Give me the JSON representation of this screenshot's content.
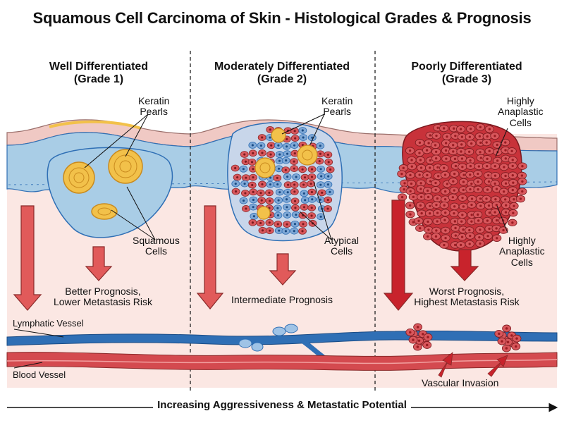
{
  "title": "Squamous Cell Carcinoma of Skin - Histological Grades & Prognosis",
  "grades": [
    {
      "name": "Well Differentiated",
      "grade": "(Grade 1)",
      "labels": [
        "Keratin",
        "Pearls",
        "Squamous",
        "Cells"
      ],
      "prognosis": [
        "Better Prognosis,",
        "Lower Metastasis Risk"
      ]
    },
    {
      "name": "Moderately Differentiated",
      "grade": "(Grade 2)",
      "labels": [
        "Keratin",
        "Pearls",
        "Atypical",
        "Cells"
      ],
      "prognosis": [
        "Intermediate Prognosis"
      ]
    },
    {
      "name": "Poorly Differentiated",
      "grade": "(Grade 3)",
      "labels": [
        "Highly",
        "Anaplastic",
        "Cells",
        "Highly",
        "Anaplastic",
        "Cells"
      ],
      "prognosis": [
        "Worst Prognosis,",
        "Highest Metastasis Risk"
      ]
    }
  ],
  "vessels": {
    "lymphatic": "Lymphatic Vessel",
    "blood": "Blood Vessel",
    "invasion": "Vascular Invasion"
  },
  "footer": "Increasing Aggressiveness & Metastatic Potential",
  "colors": {
    "epidermis": "#a9cde6",
    "keratin_layer": "#f0c9c4",
    "dermis": "#fbe7e3",
    "pearl": "#f2c14a",
    "tumor_red": "#c8323a",
    "tumor_cell": "#d9575c",
    "lymphatic": "#2f6fb5",
    "blood": "#c8323a",
    "arrow": "#e15a5a"
  }
}
